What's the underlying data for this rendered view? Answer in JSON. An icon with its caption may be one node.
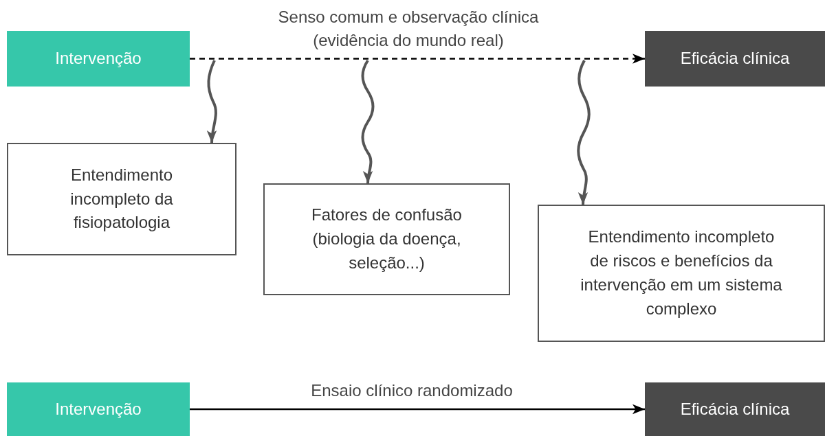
{
  "diagram": {
    "nodes": [
      {
        "text": [
          "Intervenção"
        ]
      },
      {
        "text": [
          "Eficácia clínica"
        ]
      },
      {
        "text": [
          "Entendimento incompleto da fisiopatologia"
        ]
      },
      {
        "text": [
          "Fatores de confusão (biologia da doença, seleção...)"
        ]
      },
      {
        "text": [
          "Entendimento incompleto de riscos e benefícios da intervenção em um sistema complexo"
        ]
      },
      {
        "text": [
          "Intervenção"
        ]
      },
      {
        "text": [
          "Eficácia clínica"
        ]
      }
    ],
    "edges": [
      {
        "from": 0,
        "to": 1,
        "arrow": "to",
        "label": "Senso comum e observação clínica (evidência do mundo real)",
        "style": "dashed",
        "color": "#000000"
      },
      {
        "from": null,
        "to": 2,
        "arrow": "to"
      },
      {
        "from": null,
        "to": 3,
        "arrow": "to"
      },
      {
        "from": null,
        "to": 4,
        "arrow": "to"
      },
      {
        "from": 5,
        "to": 6,
        "arrow": "to",
        "label": "Ensaio clínico randomizado",
        "color": "#000000"
      }
    ]
  }
}
